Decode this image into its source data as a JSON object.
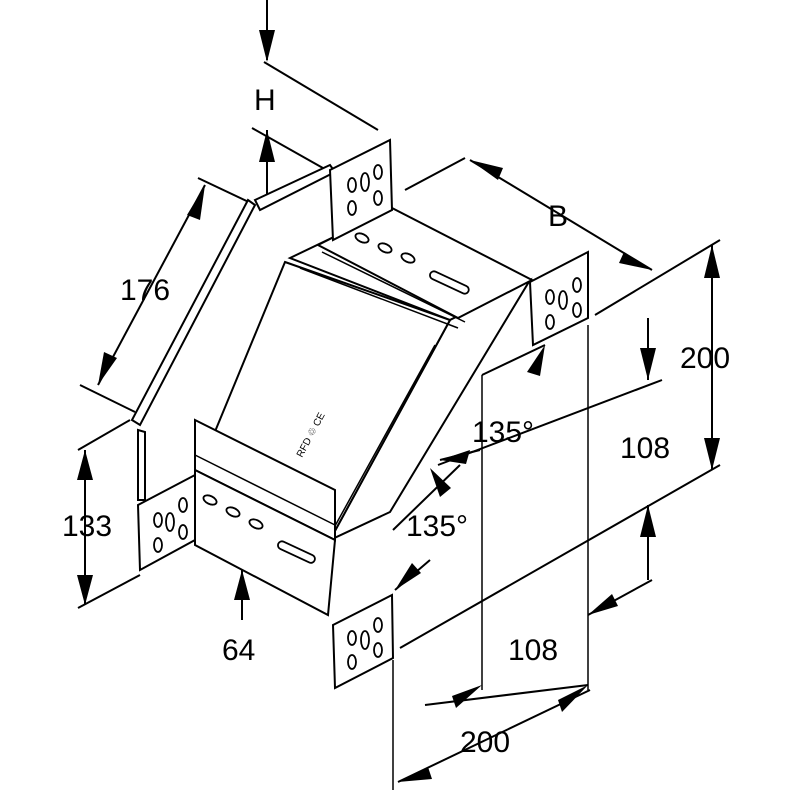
{
  "drawing": {
    "labels": {
      "height_symbol": "H",
      "width_symbol": "B",
      "flange_length": "176",
      "side_height": "133",
      "offset_depth": "64",
      "total_height": "200",
      "total_width": "200",
      "right_upper_108": "108",
      "right_lower_108": "108",
      "angle_upper": "135°",
      "angle_lower": "135°",
      "marking": "RFD ♲ CE"
    }
  }
}
